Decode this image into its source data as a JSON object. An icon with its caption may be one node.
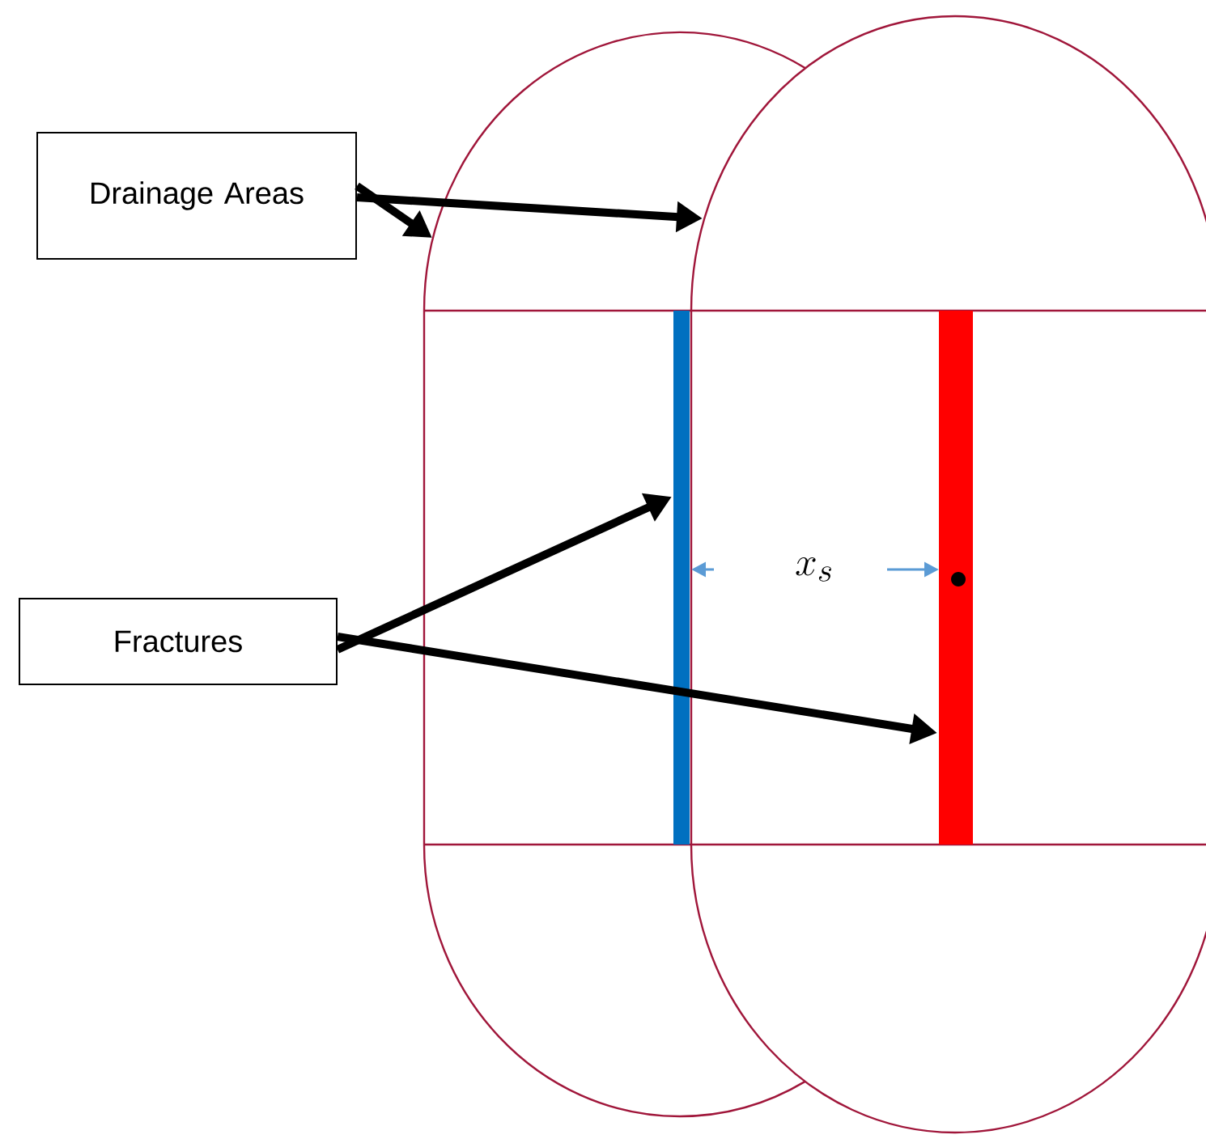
{
  "diagram": {
    "nodes": [
      {
        "text": [
          "Drainage Areas"
        ]
      },
      {
        "text": [
          "Fractures"
        ]
      },
      {
        "text": [],
        "shape": "box"
      },
      {
        "text": [],
        "shape": "box"
      },
      {
        "text": [],
        "shape": "bar",
        "in": 2
      },
      {
        "text": [],
        "shape": "bar",
        "in": 3
      }
    ],
    "edges": [
      {
        "from": 0,
        "to": 2,
        "arrow": "to"
      },
      {
        "from": 0,
        "to": 3,
        "arrow": "to"
      },
      {
        "from": 1,
        "to": 4,
        "arrow": "to"
      },
      {
        "from": 1,
        "to": 5,
        "arrow": "to"
      }
    ],
    "labels": [
      "x_s"
    ]
  }
}
